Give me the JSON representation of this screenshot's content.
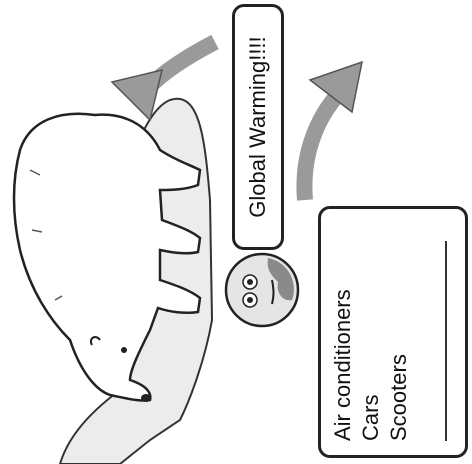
{
  "speech_box": {
    "label": "Global Warming!!!!"
  },
  "causes_box": {
    "items": [
      "Air conditioners",
      "Cars",
      "Scooters"
    ]
  },
  "colors": {
    "arrow": "#9a9a9a",
    "ice": "#e9e9e9",
    "outline": "#222222"
  }
}
